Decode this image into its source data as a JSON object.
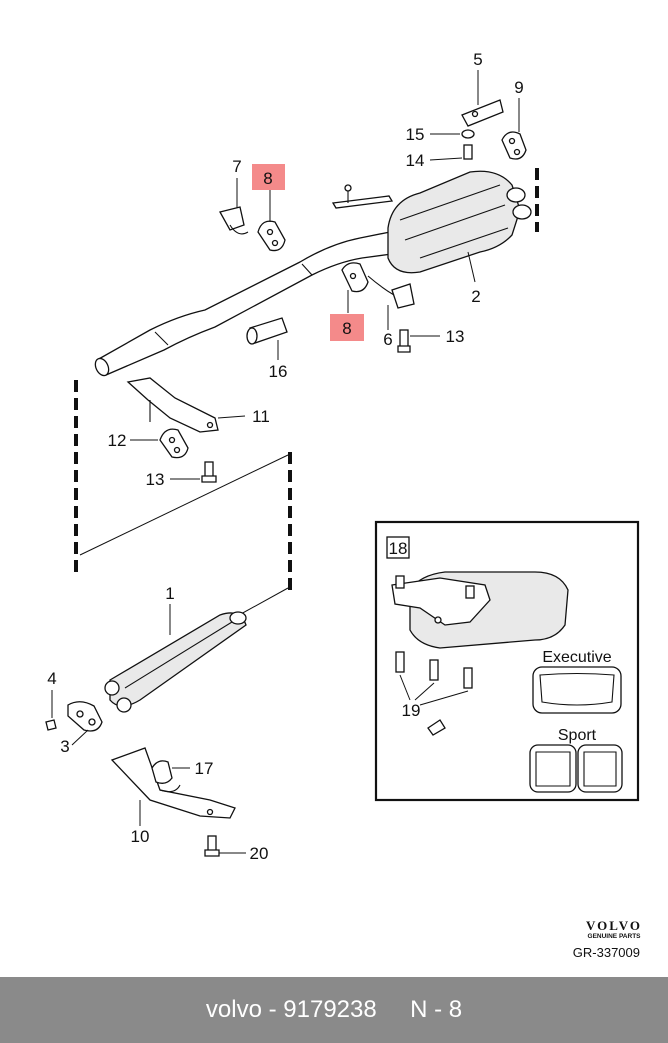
{
  "callouts": {
    "c1": "1",
    "c2": "2",
    "c3": "3",
    "c4": "4",
    "c5": "5",
    "c6": "6",
    "c7": "7",
    "c9": "9",
    "c10": "10",
    "c11": "11",
    "c12": "12",
    "c13a": "13",
    "c13b": "13",
    "c14": "14",
    "c15": "15",
    "c16": "16",
    "c17": "17",
    "c19": "19",
    "c20": "20"
  },
  "highlighted_part": {
    "label_top": "8",
    "label_bottom": "8",
    "color": "#f48a8a"
  },
  "inset": {
    "part_number": "18",
    "option_executive": "Executive",
    "option_sport": "Sport"
  },
  "brand": {
    "logo": "VOLVO",
    "sub": "GENUINE PARTS",
    "diagram_code": "GR-337009"
  },
  "footer": {
    "brand": "volvo",
    "separator": " - ",
    "part_number": "9179238",
    "position": "N - 8"
  }
}
